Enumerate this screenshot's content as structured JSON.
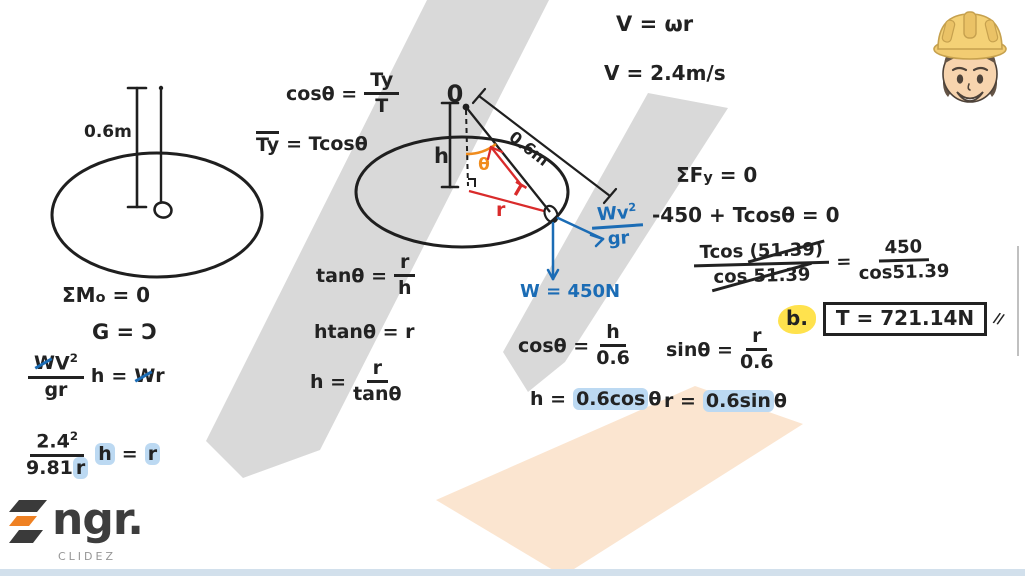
{
  "colors": {
    "ink": "#222222",
    "red": "#d92b2b",
    "blue": "#1b6cb5",
    "orange": "#f08c1e",
    "highlight_yellow": "#ffe24d",
    "highlight_blue": "#bcd9f2",
    "watermark_gray": "#d9d9d9",
    "watermark_peach": "#fbe5d0",
    "bottom_bar": "#d2e0ec"
  },
  "kinematics": {
    "velocity_formula": "V = ωr",
    "velocity_value": "V = 2.4m/s"
  },
  "left_diagram": {
    "length_label": "0.6m"
  },
  "center_diagram": {
    "origin_label": "0",
    "height_label": "h",
    "angle_label": "θ",
    "length_label": "0.6m",
    "tension_label": "T",
    "radius_label": "r",
    "weight_label": "W = 450N",
    "inertia_num": "Wv",
    "inertia_sup": "2",
    "inertia_den": "gr"
  },
  "tension_trig": {
    "cos_lhs": "cosθ =",
    "cos_num": "Ty",
    "cos_den": "T",
    "ty_bar": "Ty",
    "ty_rest": "= Tcosθ"
  },
  "geometry_trig": {
    "tan_lhs": "tanθ =",
    "tan_num": "r",
    "tan_den": "h",
    "htan": "htanθ = r",
    "h_lhs": "h =",
    "h_num": "r",
    "h_den": "tanθ"
  },
  "moment_balance": {
    "sum_pre": "ΣM",
    "sum_sub": "o",
    "sum_post": "= 0",
    "rotation_note": "G = Ɔ",
    "wv_num_w": "W",
    "wv_num_v": "V",
    "wv_num_sup": "2",
    "wv_den": "gr",
    "wv_mid": "h",
    "wv_eq": "=",
    "wv_rhs_w": "W",
    "wv_rhs_r": "r",
    "sub_num": "2.4",
    "sub_num_sup": "2",
    "sub_den_val": "9.81",
    "sub_den_r": "r",
    "sub_mid": "h",
    "sub_eq": "=",
    "sub_rhs": "r"
  },
  "force_balance": {
    "sum_pre": "ΣF",
    "sum_sub": "y",
    "sum_post": "= 0",
    "equation": "-450 + Tcosθ = 0",
    "lhs_num_pre": "Tcos",
    "lhs_num_strike": "(51.39)",
    "lhs_den": "cos 51.39",
    "equals": "=",
    "rhs_num": "450",
    "rhs_den": "cos51.39",
    "answer_label": "b.",
    "answer": "T = 721.14N",
    "ditto": "//"
  },
  "substitutions": {
    "cos_lhs": "cosθ =",
    "cos_num": "h",
    "cos_den": "0.6",
    "h_lhs": "h =",
    "h_hl": "0.6cos",
    "h_tail": "θ",
    "sin_lhs": "sinθ =",
    "sin_num": "r",
    "sin_den": "0.6",
    "r_lhs": "r =",
    "r_hl": "0.6sin",
    "r_tail": "θ"
  },
  "logo": {
    "brand": "ngr.",
    "tagline": "CLIDEZ"
  }
}
